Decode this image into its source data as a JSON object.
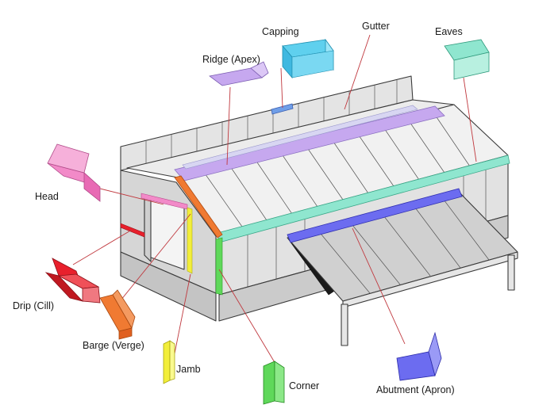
{
  "labels": {
    "capping": "Capping",
    "gutter": "Gutter",
    "eaves": "Eaves",
    "ridge": "Ridge (Apex)",
    "head": "Head",
    "drip": "Drip (Cill)",
    "barge": "Barge (Verge)",
    "jamb": "Jamb",
    "corner": "Corner",
    "abutment": "Abutment (Apron)"
  },
  "colors": {
    "ridge": "#c6a8ef",
    "capping": "#5fd0ee",
    "gutter": "#b9b4ef",
    "eaves": "#8fe6cf",
    "head": "#f28ac8",
    "drip": "#e8202c",
    "barge": "#f07a32",
    "jamb": "#f2ee3a",
    "corner": "#5fd85a",
    "abutment": "#6c6cf0",
    "leader": "#c0383e"
  },
  "icons": [
    "ridge-flashing-icon",
    "capping-flashing-icon",
    "eaves-flashing-icon",
    "head-flashing-icon",
    "drip-flashing-icon",
    "barge-flashing-icon",
    "jamb-flashing-icon",
    "corner-flashing-icon",
    "abutment-flashing-icon"
  ]
}
